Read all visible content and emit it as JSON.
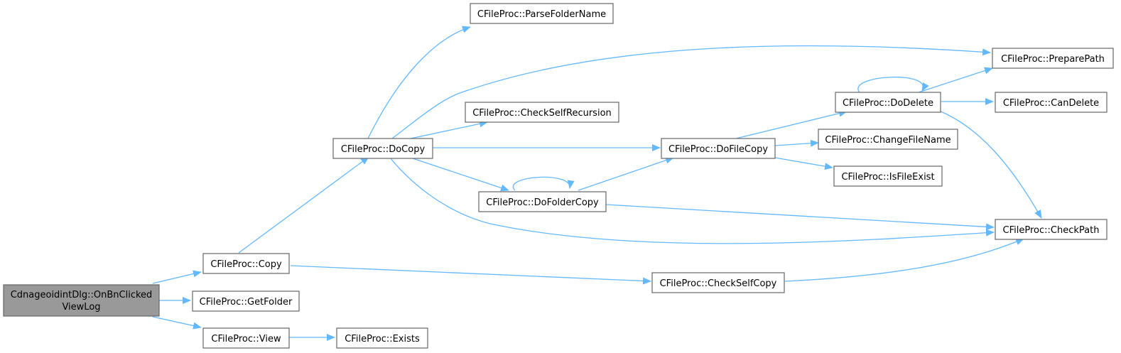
{
  "nodes": {
    "root_l1": "CdnageoidintDlg::OnBnClicked",
    "root_l2": "ViewLog",
    "copy": "CFileProc::Copy",
    "getfolder": "CFileProc::GetFolder",
    "view": "CFileProc::View",
    "exists": "CFileProc::Exists",
    "docopy": "CFileProc::DoCopy",
    "parsefoldername": "CFileProc::ParseFolderName",
    "checkselfrecursion": "CFileProc::CheckSelfRecursion",
    "dofoldercopy": "CFileProc::DoFolderCopy",
    "dofilecopy": "CFileProc::DoFileCopy",
    "checkselfcopy": "CFileProc::CheckSelfCopy",
    "dodelete": "CFileProc::DoDelete",
    "changefilename": "CFileProc::ChangeFileName",
    "isfileexist": "CFileProc::IsFileExist",
    "preparepath": "CFileProc::PreparePath",
    "candelete": "CFileProc::CanDelete",
    "checkpath": "CFileProc::CheckPath"
  },
  "colors": {
    "edge": "#63b8ff",
    "node_border": "#666666",
    "root_fill": "#999999",
    "node_fill": "#ffffff"
  }
}
